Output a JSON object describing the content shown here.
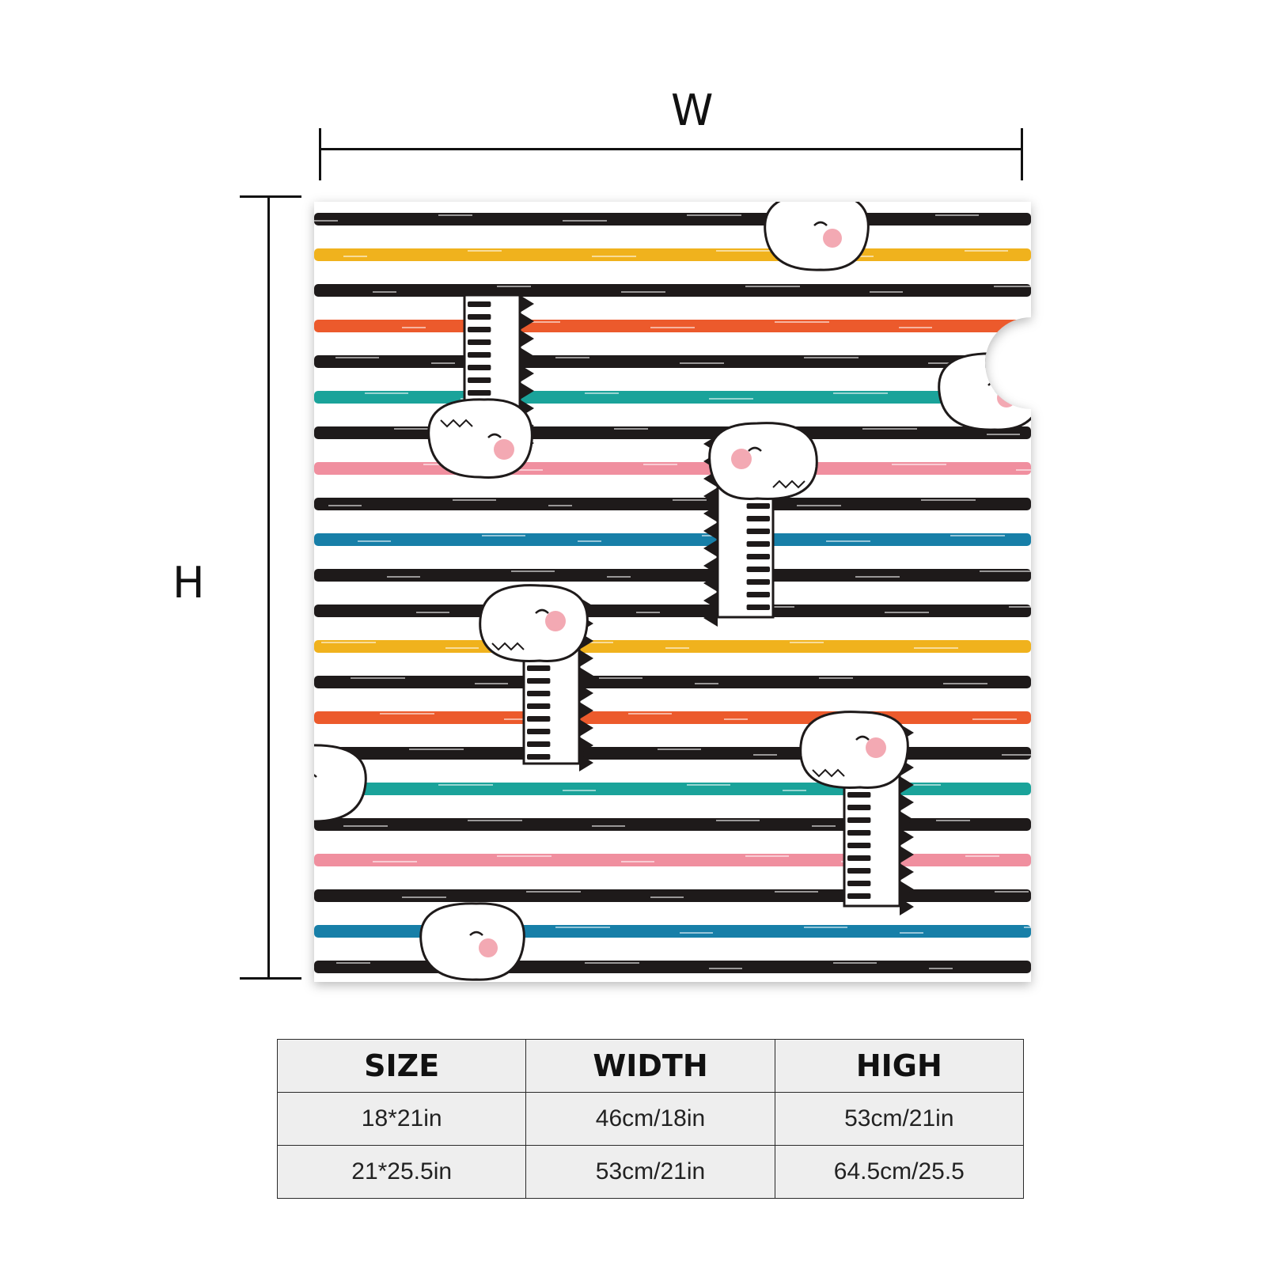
{
  "dimensions": {
    "width_label": "W",
    "height_label": "H"
  },
  "table": {
    "headers": [
      "SIZE",
      "WIDTH",
      "HIGH"
    ],
    "rows": [
      [
        "18*21in",
        "46cm/18in",
        "53cm/21in"
      ],
      [
        "21*25.5in",
        "53cm/21in",
        "64.5cm/25.5"
      ]
    ]
  },
  "pattern": {
    "stripe_colors": [
      "#1e1a1a",
      "#f0b21d",
      "#1e1a1a",
      "#ec5a2c",
      "#1e1a1a",
      "#1aa39a",
      "#1e1a1a",
      "#f08f9f",
      "#1e1a1a",
      "#177fa8",
      "#1e1a1a"
    ],
    "cheek_color": "#f3a9b3",
    "background": "#ffffff"
  }
}
